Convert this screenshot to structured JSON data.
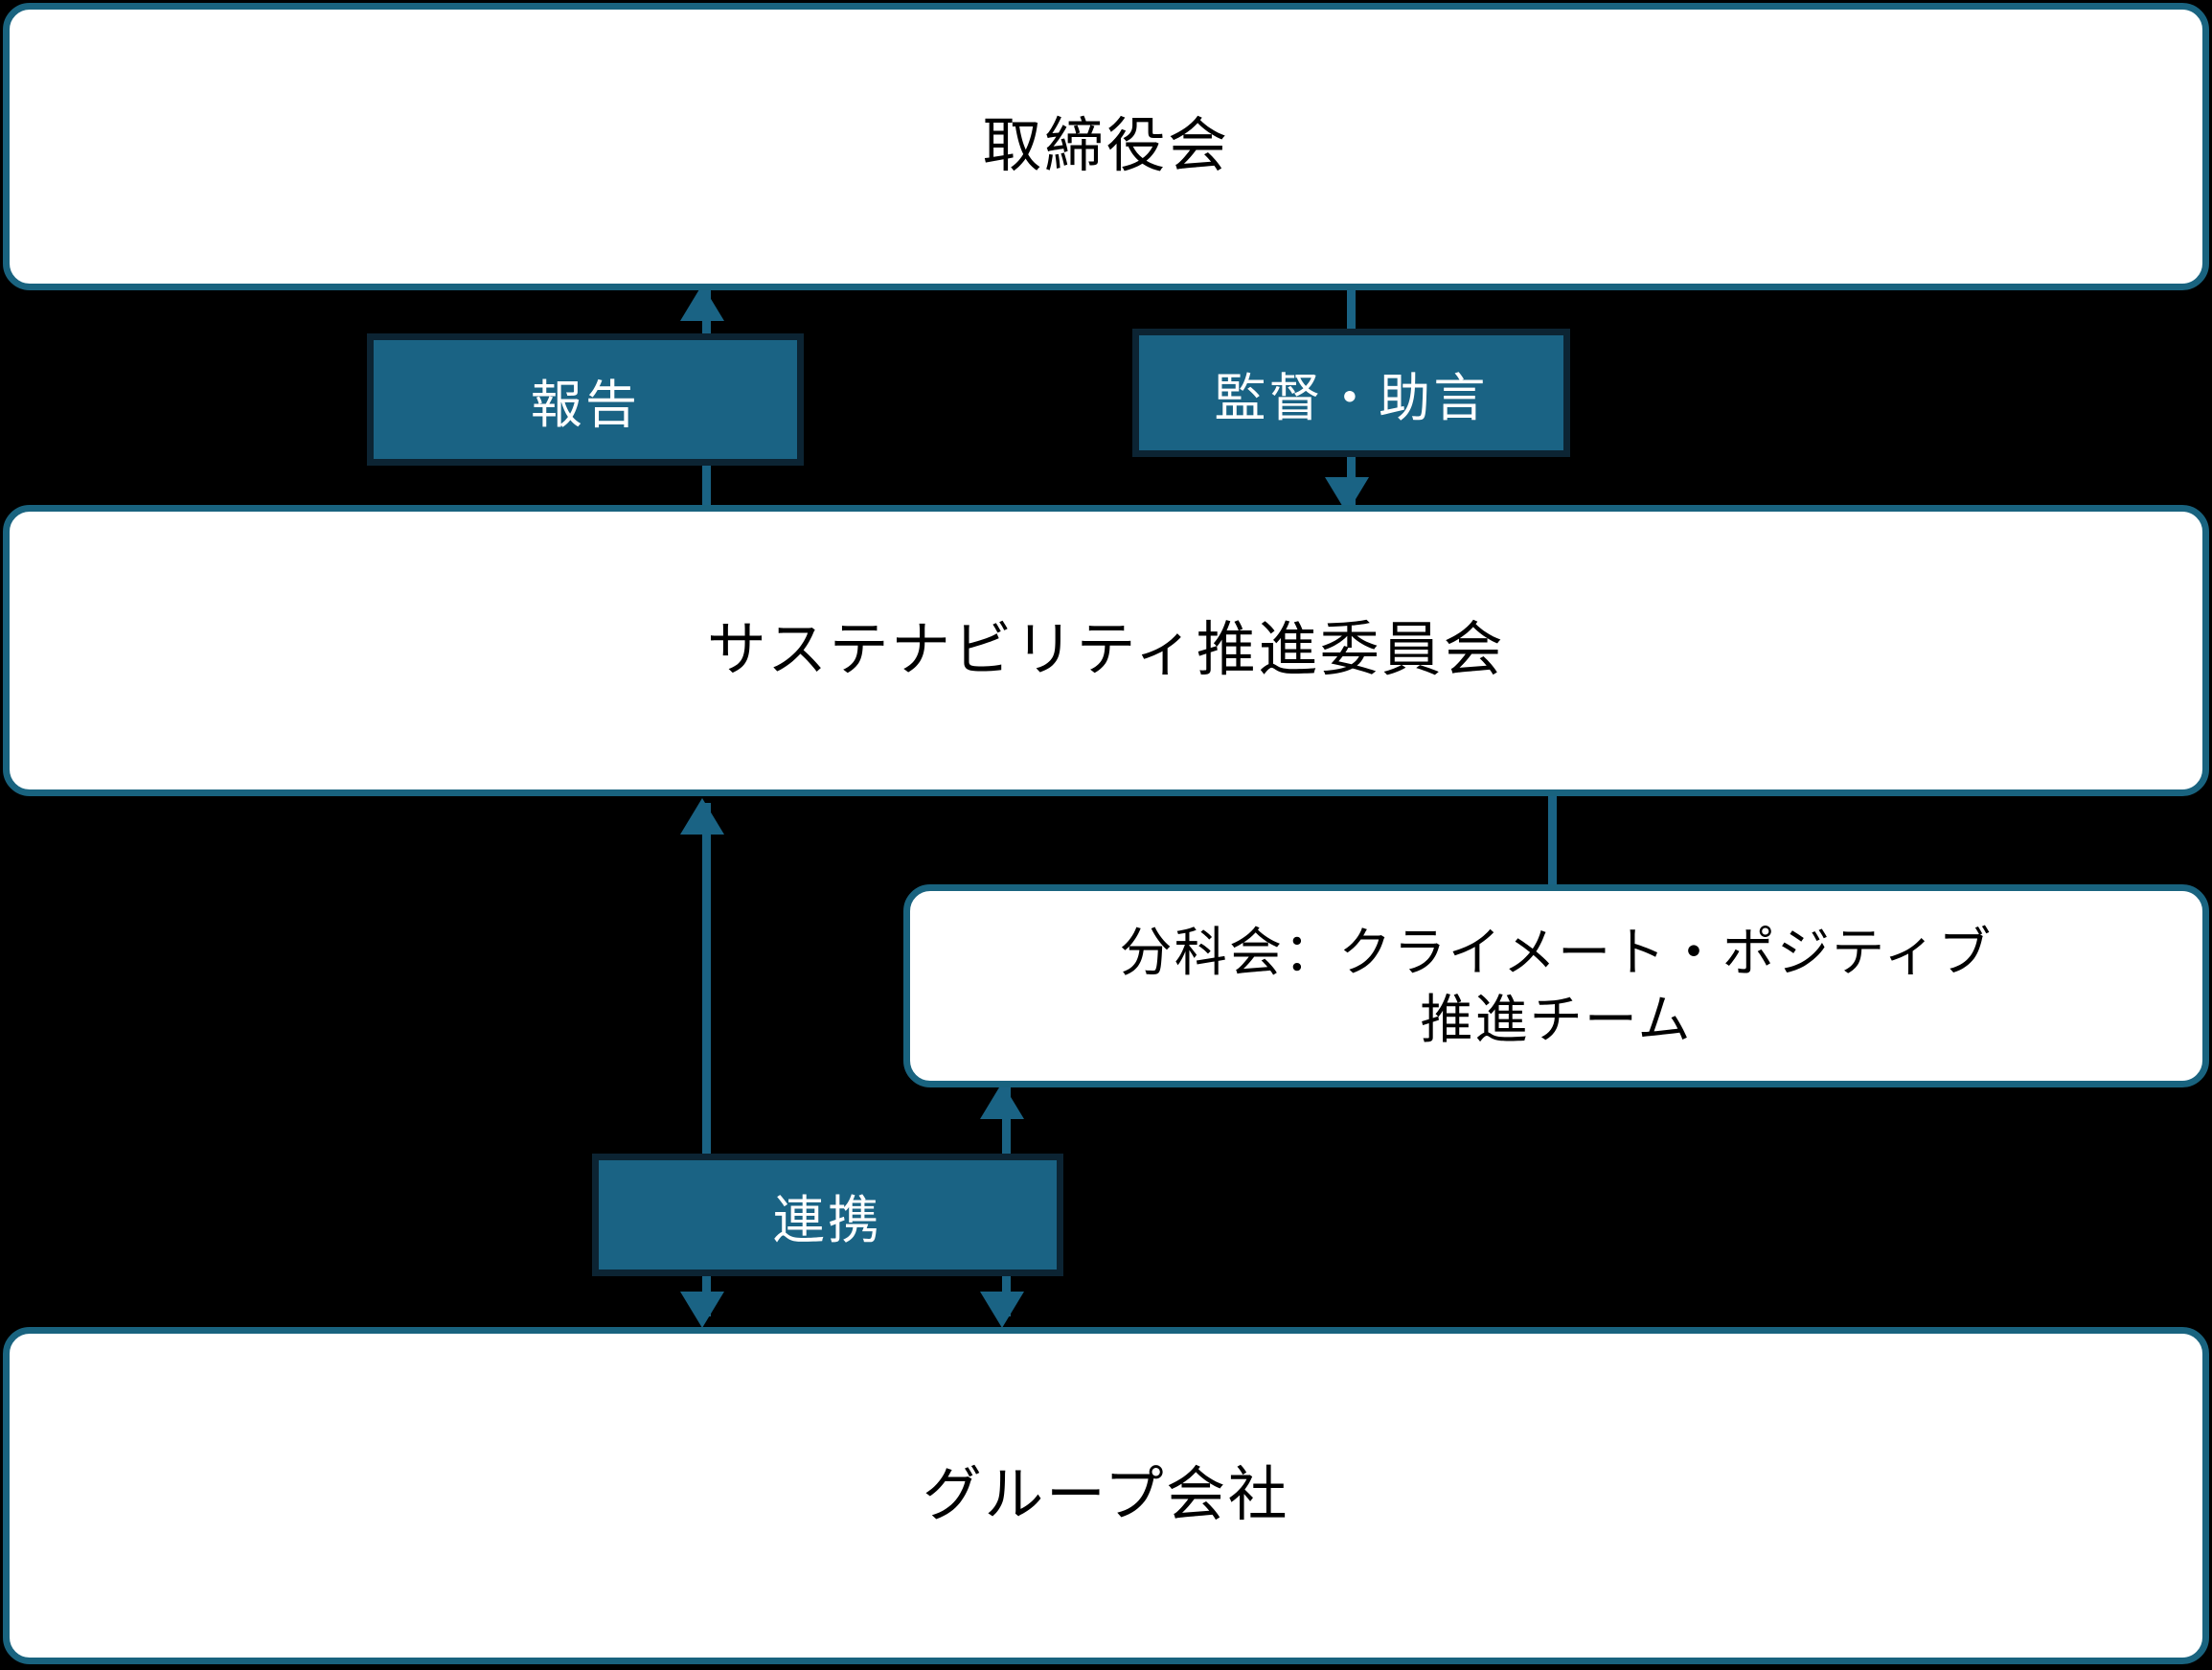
{
  "diagram": {
    "title": "",
    "colors": {
      "background": "#000000",
      "node_fill": "#FFFFFF",
      "node_border": "#19637F",
      "chip_fill": "#1A6384",
      "chip_border": "#0C2433",
      "chip_text": "#FFFFFF",
      "node_text": "#000000",
      "connector": "#1A6384"
    },
    "nodes": [
      {
        "id": "board",
        "label": "取締役会"
      },
      {
        "id": "committee",
        "label": "サステナビリティ推進委員会"
      },
      {
        "id": "subteam",
        "line1": "分科会：クライメート・ポジティブ",
        "line2": "推進チーム"
      },
      {
        "id": "group",
        "label": "グループ会社"
      }
    ],
    "edge_labels": [
      {
        "id": "report",
        "label": "報告"
      },
      {
        "id": "oversight",
        "label": "監督・助言"
      },
      {
        "id": "liaison",
        "label": "連携"
      }
    ]
  }
}
